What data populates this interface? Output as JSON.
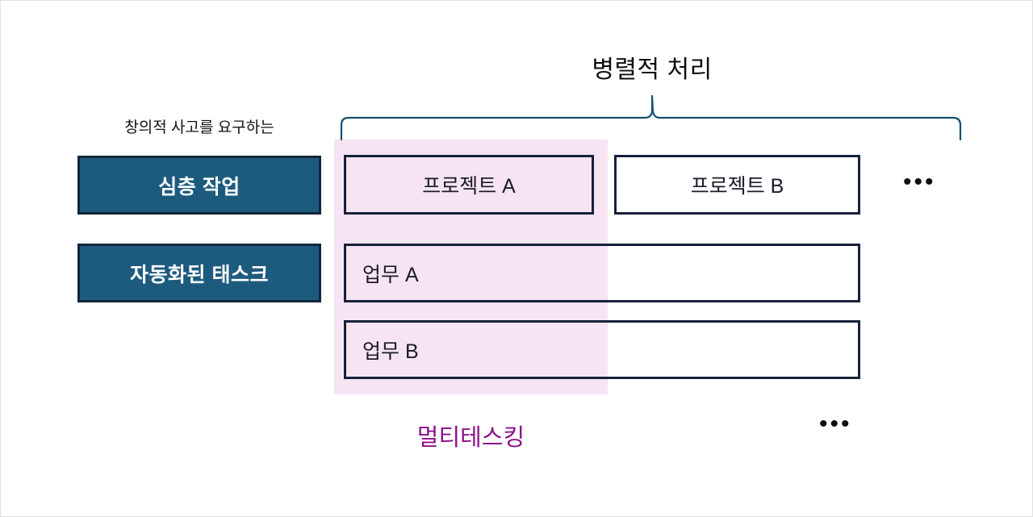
{
  "diagram": {
    "title": "병렬적 처리",
    "bottom_label": "멀티테스킹",
    "left_caption": "창의적 사고를 요구하는",
    "ellipsis_glyph": "•••",
    "categories": [
      {
        "label": "심층 작업"
      },
      {
        "label": "자동화된 태스크"
      }
    ],
    "rows": [
      {
        "kind": "projects",
        "cells": [
          {
            "label": "프로젝트 A",
            "highlighted": true
          },
          {
            "label": "프로젝트 B",
            "highlighted": false
          }
        ]
      },
      {
        "kind": "task",
        "cells": [
          {
            "label": "업무 A",
            "highlighted": true
          }
        ]
      },
      {
        "kind": "task",
        "cells": [
          {
            "label": "업무 B",
            "highlighted": true
          }
        ]
      }
    ],
    "colors": {
      "category_fill": "#1d5b7e",
      "category_border": "#13243c",
      "category_text": "#ffffff",
      "box_border": "#16213a",
      "highlight_band": "#f7e4f3",
      "brace_stroke": "#155272",
      "multitask_text": "#8c0f8c",
      "canvas": "#ffffff",
      "frame_border": "#e2e2e4"
    }
  }
}
